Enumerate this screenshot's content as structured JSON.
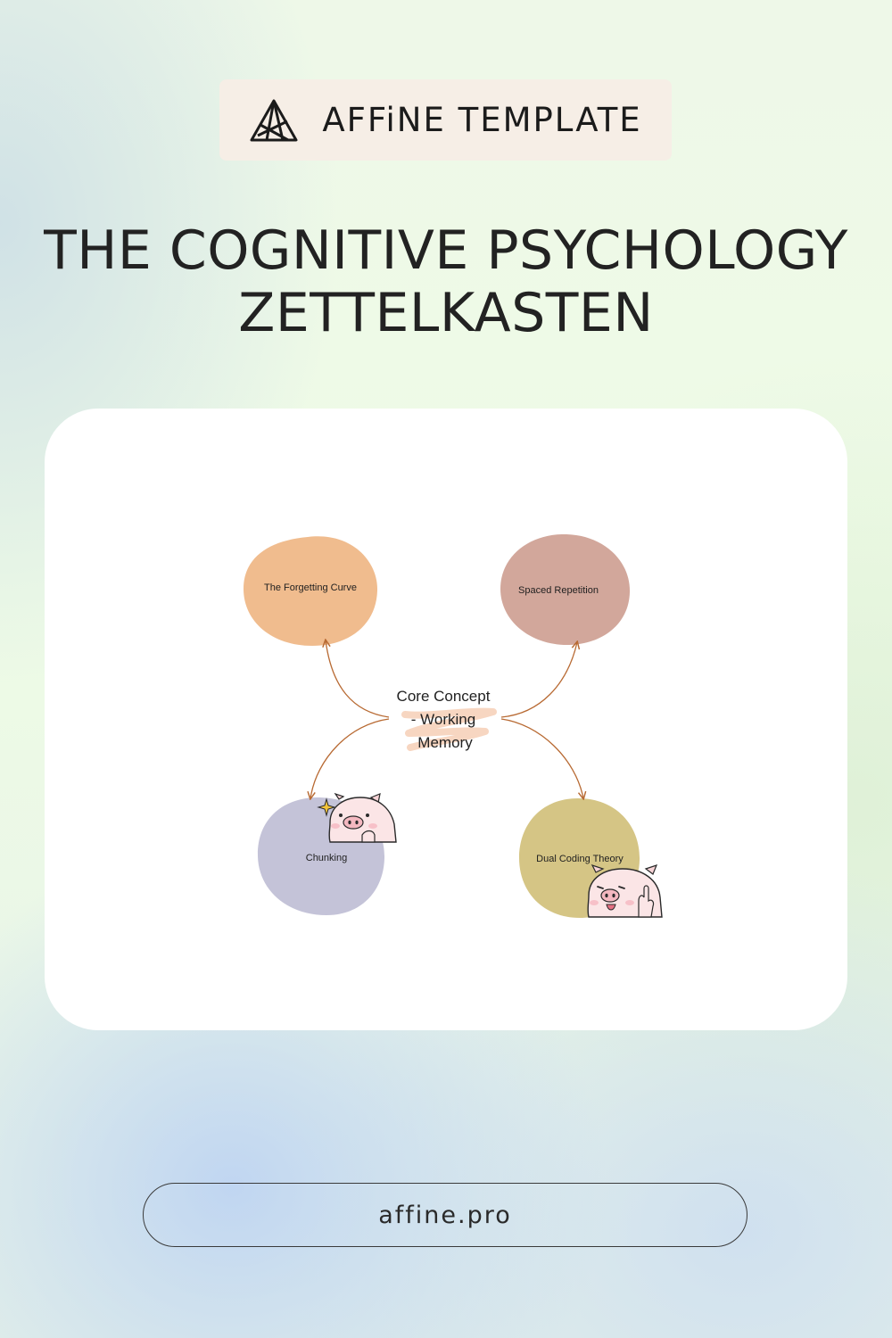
{
  "badge": {
    "text": "AFFiNE TEMPLATE",
    "logo_icon": "affine-logo-icon"
  },
  "title": {
    "line1": "THE COGNITIVE PSYCHOLOGY",
    "line2": "ZETTELKASTEN"
  },
  "diagram": {
    "core": {
      "lines": [
        "Core Concept",
        "- Working",
        "Memory"
      ]
    },
    "nodes": [
      {
        "id": "forgetting",
        "label": "The Forgetting Curve",
        "color": "#f0bc8e"
      },
      {
        "id": "spaced",
        "label": "Spaced Repetition",
        "color": "#d2a79b"
      },
      {
        "id": "chunking",
        "label": "Chunking",
        "color": "#c4c3d8"
      },
      {
        "id": "dual",
        "label": "Dual Coding Theory",
        "color": "#d5c585"
      }
    ],
    "connector_color": "#b86a33",
    "highlight_color": "#f6cfb6",
    "stickers": [
      "pig-sparkle-icon",
      "pig-tongue-icon"
    ]
  },
  "footer": {
    "url": "affine.pro"
  }
}
